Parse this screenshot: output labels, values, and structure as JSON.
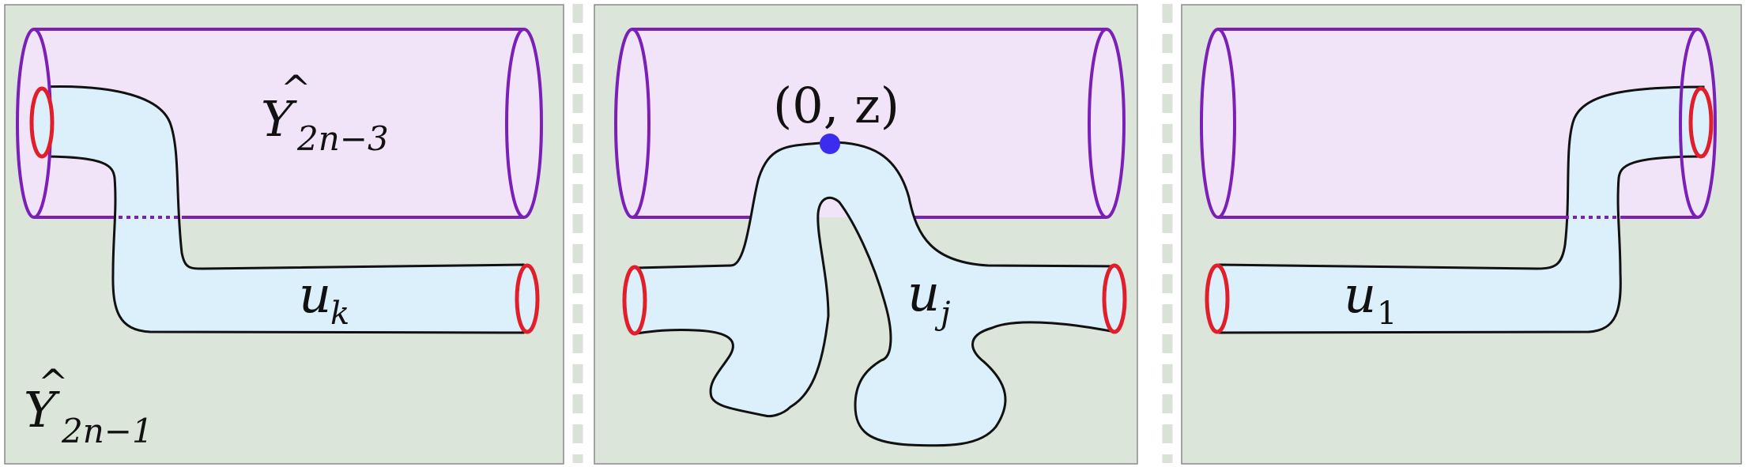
{
  "colors": {
    "panel_fill": "#dbe5d9",
    "panel_stroke": "#8a8a8a",
    "cylinder_fill": "#f2e4f8",
    "cylinder_stroke": "#7a1fb8",
    "curve_fill": "#dcf0fc",
    "curve_stroke": "#111111",
    "end_circle": "#e01f2a",
    "point": "#3b2cf0",
    "separator": "#d8e2d6"
  },
  "panels": [
    {
      "symbol_hat": "Y",
      "cylinder_sub": "2n−3",
      "curve_name": "u",
      "curve_sub": "k",
      "ambient_hat": "Y",
      "ambient_sub": "2n−1"
    },
    {
      "point_label": "(0, z)",
      "curve_name": "u",
      "curve_sub": "j"
    },
    {
      "curve_name": "u",
      "curve_sub": "1"
    }
  ]
}
